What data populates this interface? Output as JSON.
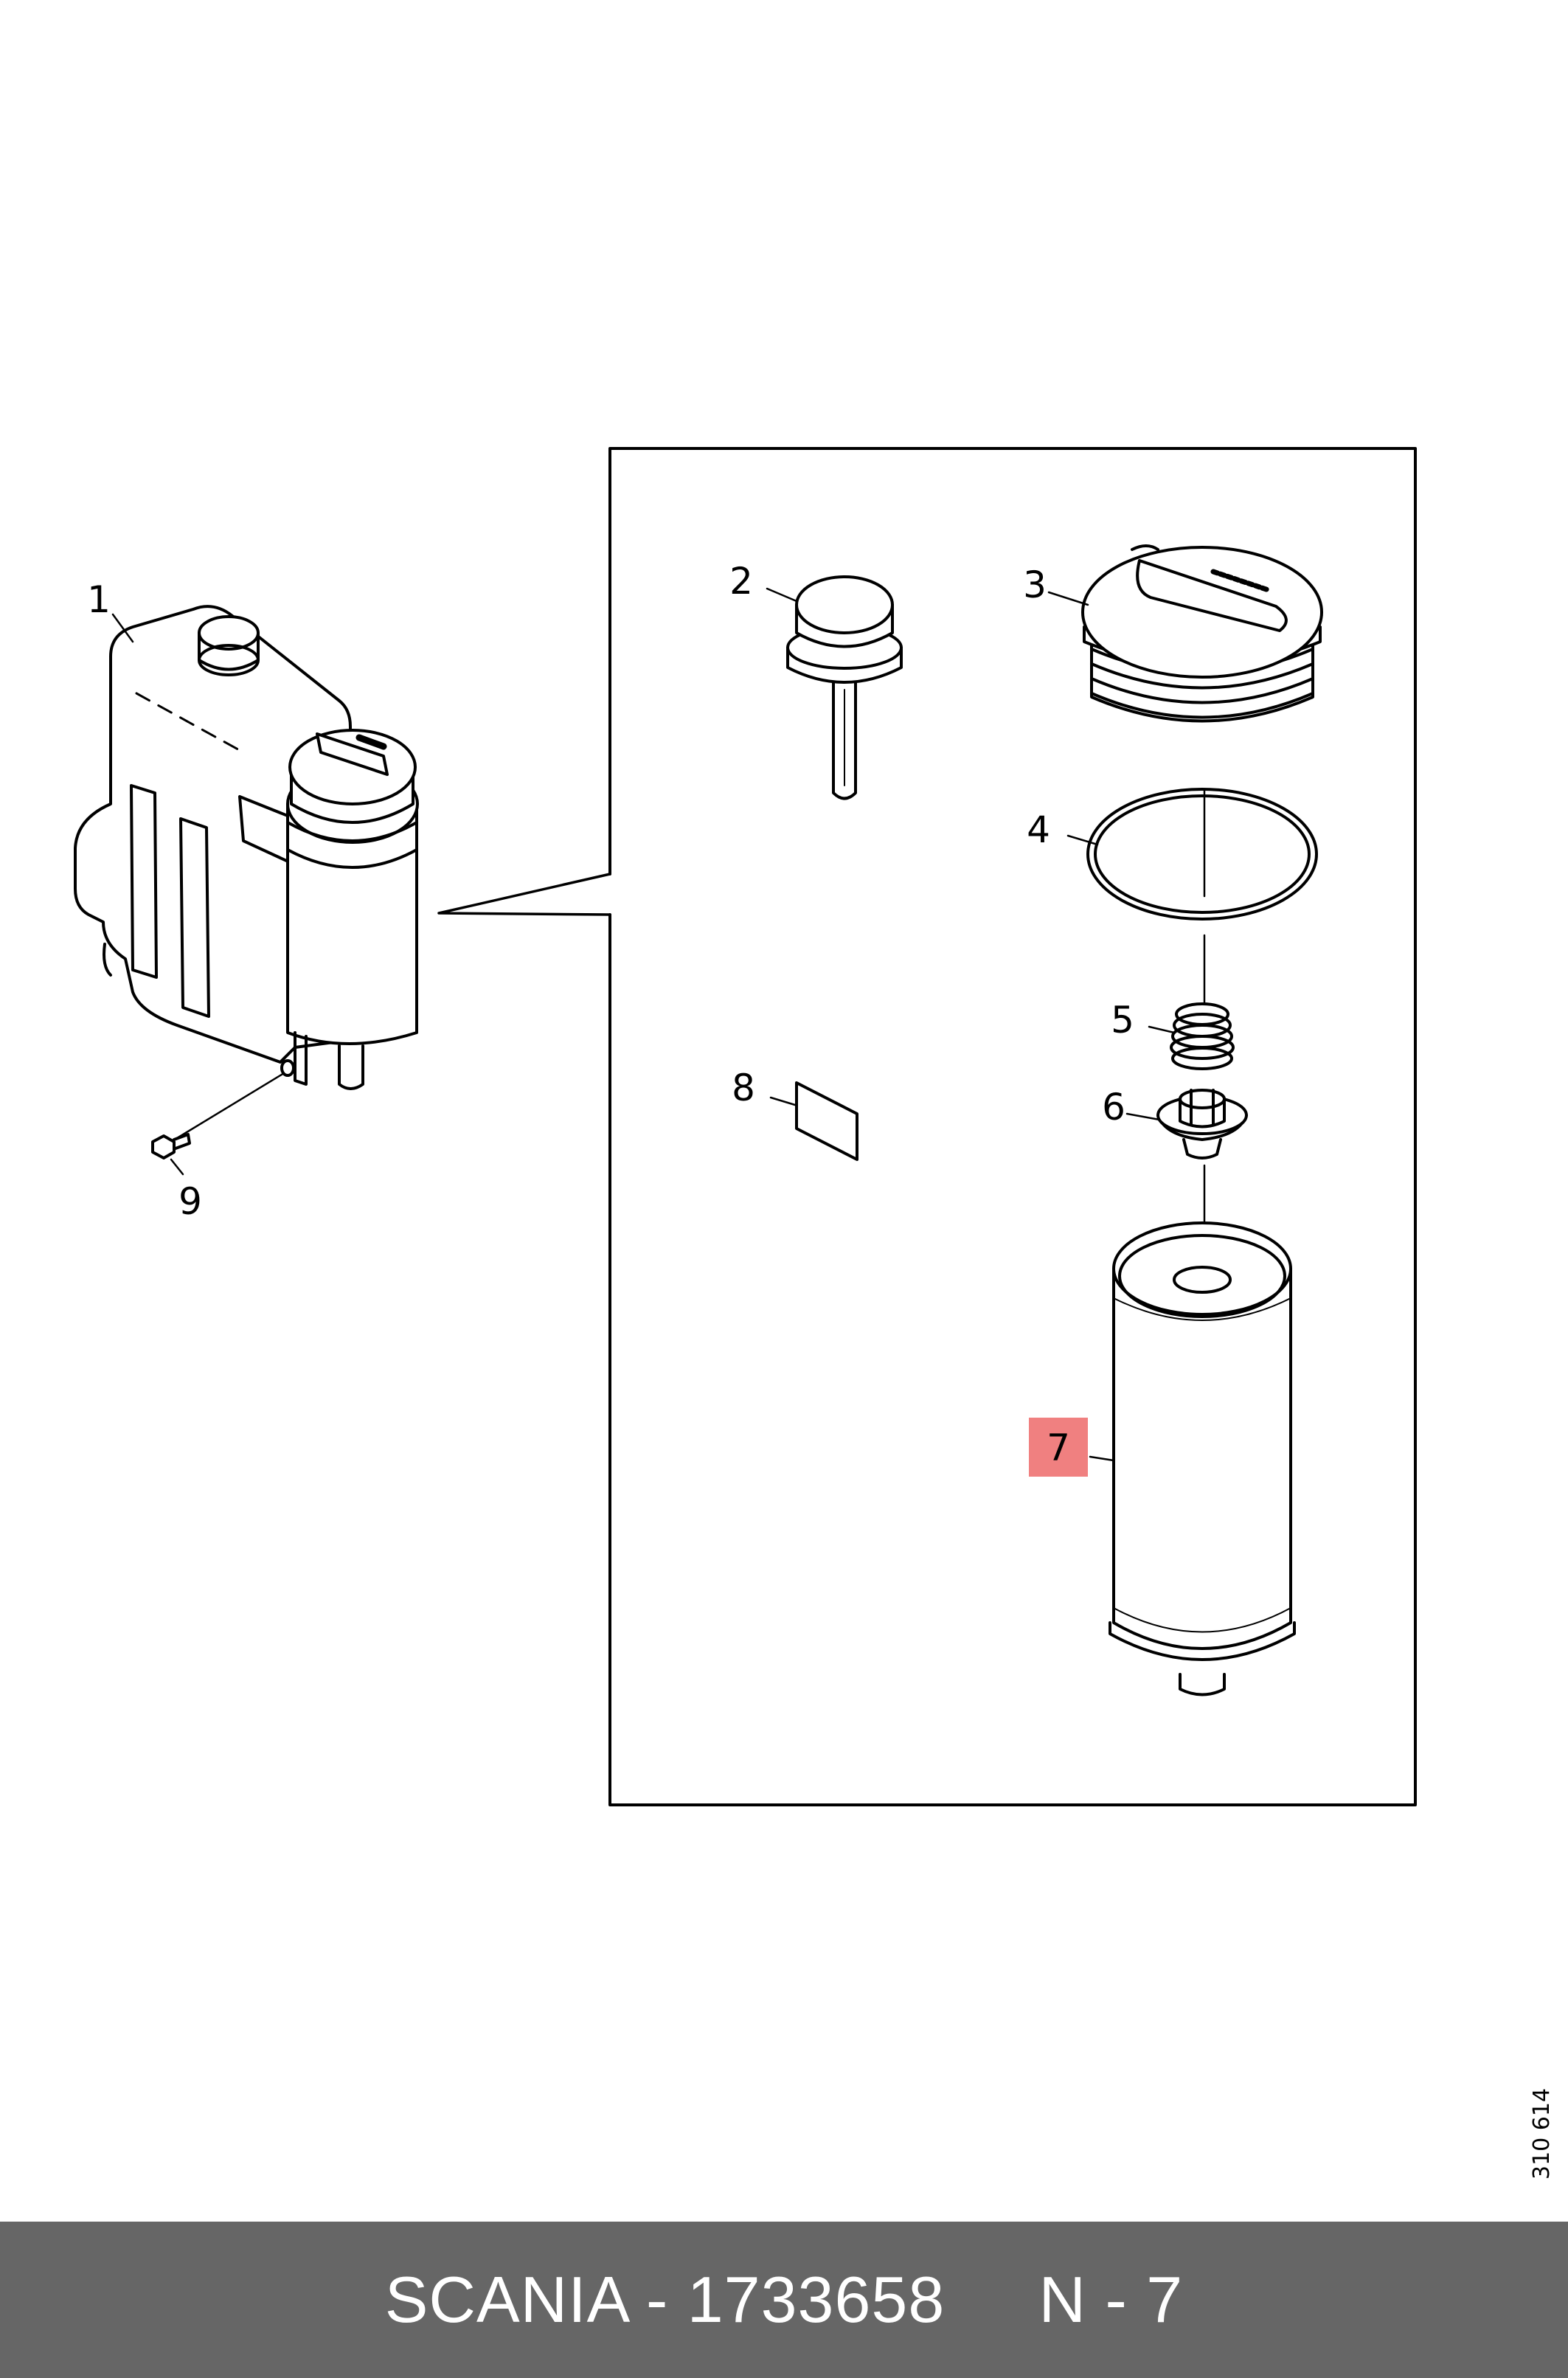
{
  "callouts": {
    "c1": "1",
    "c2": "2",
    "c3": "3",
    "c4": "4",
    "c5": "5",
    "c6": "6",
    "c7": "7",
    "c8": "8",
    "c9": "9"
  },
  "highlighted_callout": "7",
  "highlight_color": "#f08080",
  "drawing_number": "310 614",
  "footer": {
    "brand": "SCANIA",
    "part_number": "1733658",
    "position": "N - 7",
    "text": "SCANIA - 1733658     N - 7"
  },
  "footer_color": "#666666"
}
